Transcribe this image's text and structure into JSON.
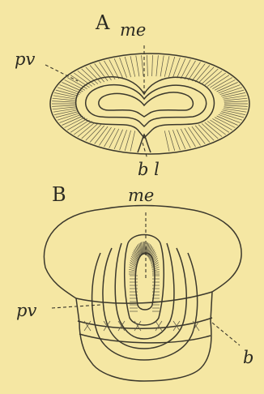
{
  "figure": {
    "panel_a": {
      "letter": "A",
      "labels": {
        "me": "me",
        "pv": "pv",
        "bl": "b l"
      }
    },
    "panel_b": {
      "letter": "B",
      "labels": {
        "me": "me",
        "pv": "pv",
        "b": "b"
      }
    },
    "colors": {
      "paper": "#f5e7a3",
      "ink": "#3b382c"
    }
  }
}
